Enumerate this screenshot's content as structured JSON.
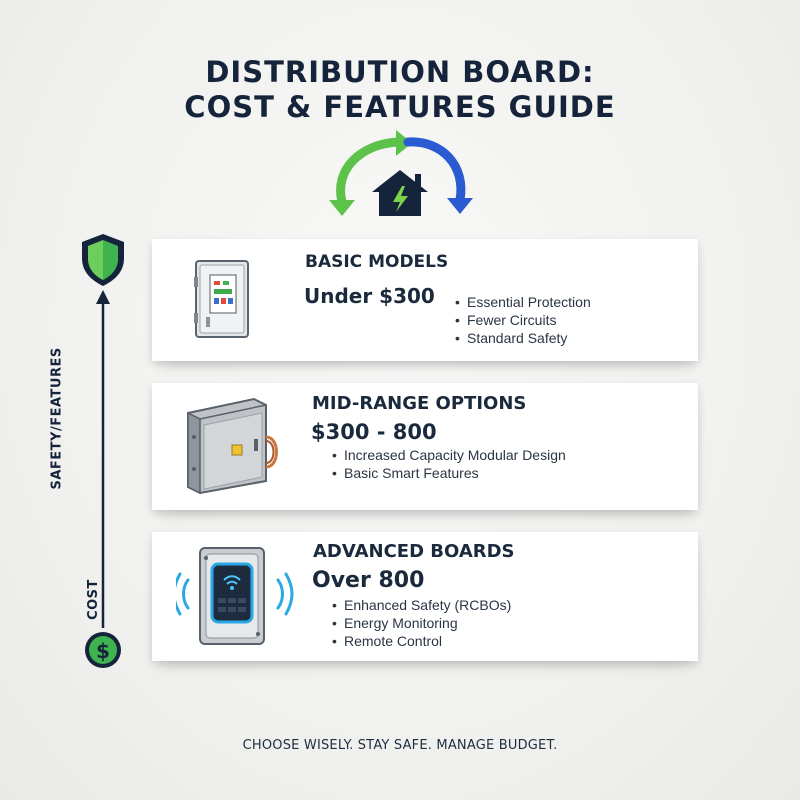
{
  "title": {
    "line1": "DISTRIBUTION BOARD:",
    "line2": "COST & FEATURES GUIDE"
  },
  "hero": {
    "icon": "home-energy-cycle-icon"
  },
  "axis": {
    "top_label": "SAFETY/FEATURES",
    "bottom_label": "COST",
    "top_icon": "shield-icon",
    "bottom_icon": "dollar-coin-icon"
  },
  "tiers": [
    {
      "title": "BASIC MODELS",
      "price": "Under $300",
      "features": [
        "Essential Protection",
        "Fewer Circuits",
        "Standard Safety"
      ],
      "icon": "basic-distribution-board-icon"
    },
    {
      "title": "MID-RANGE OPTIONS",
      "price": "$300 - 800",
      "features": [
        "Increased Capacity Modular Design",
        "Basic Smart Features"
      ],
      "icon": "metal-enclosure-board-icon"
    },
    {
      "title": "ADVANCED BOARDS",
      "price": "Over 800",
      "features": [
        "Enhanced Safety (RCBOs)",
        "Energy Monitoring",
        "Remote Control"
      ],
      "icon": "smart-board-wireless-icon"
    }
  ],
  "footer": "CHOOSE WISELY. STAY SAFE. MANAGE BUDGET.",
  "colors": {
    "navy": "#15243a",
    "green": "#3fb34f",
    "blue": "#2a5bd0",
    "cyan": "#2aa8e6"
  }
}
